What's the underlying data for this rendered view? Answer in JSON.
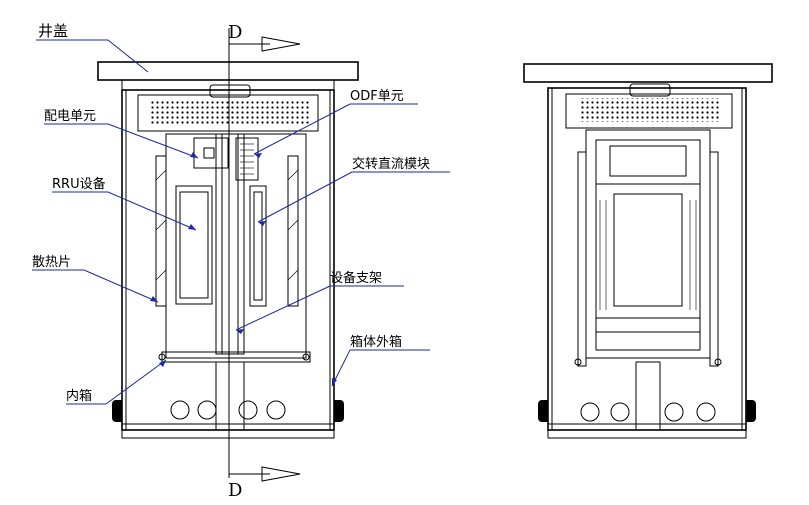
{
  "labels": {
    "cover": "井盖",
    "power_unit": "配电单元",
    "rru": "RRU设备",
    "heatsink": "散热片",
    "inner_box": "内箱",
    "odf": "ODF单元",
    "ac_dc": "交转直流模块",
    "rack": "设备支架",
    "outer_box": "箱体外箱"
  },
  "section_marks": {
    "top": "D",
    "bottom": "D"
  },
  "colors": {
    "leader": "#1a2aa0",
    "line": "#000000"
  }
}
